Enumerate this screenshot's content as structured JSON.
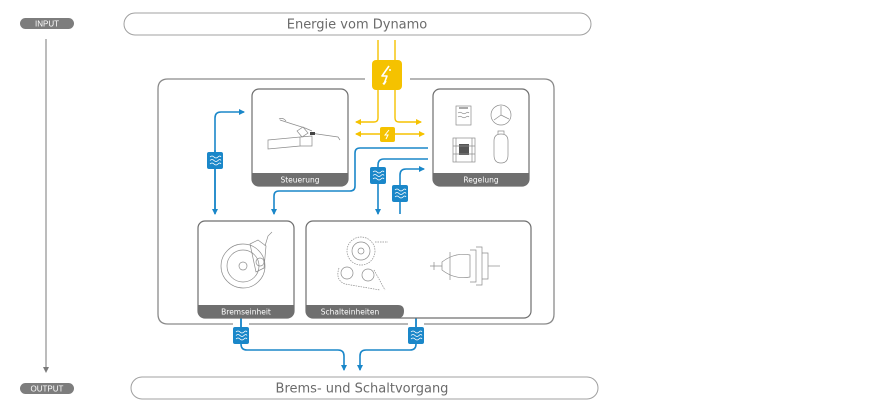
{
  "flow": {
    "input_label": "INPUT",
    "output_label": "OUTPUT"
  },
  "input_bar": {
    "text": "Energie vom Dynamo"
  },
  "output_bar": {
    "text": "Brems- und Schaltvorgang"
  },
  "modules": {
    "steuerung": {
      "label": "Steuerung"
    },
    "regelung": {
      "label": "Regelung"
    },
    "bremseinheit": {
      "label": "Bremseinheit"
    },
    "schalteinheiten": {
      "label": "Schalteinheiten"
    }
  },
  "icons": {
    "power": "lightning-bolt",
    "data": "wave-signal"
  },
  "colors": {
    "energy": "#f5c200",
    "signal": "#1a87c9",
    "frame": "#8a8a8a",
    "label_bar": "#6f6f6f"
  }
}
